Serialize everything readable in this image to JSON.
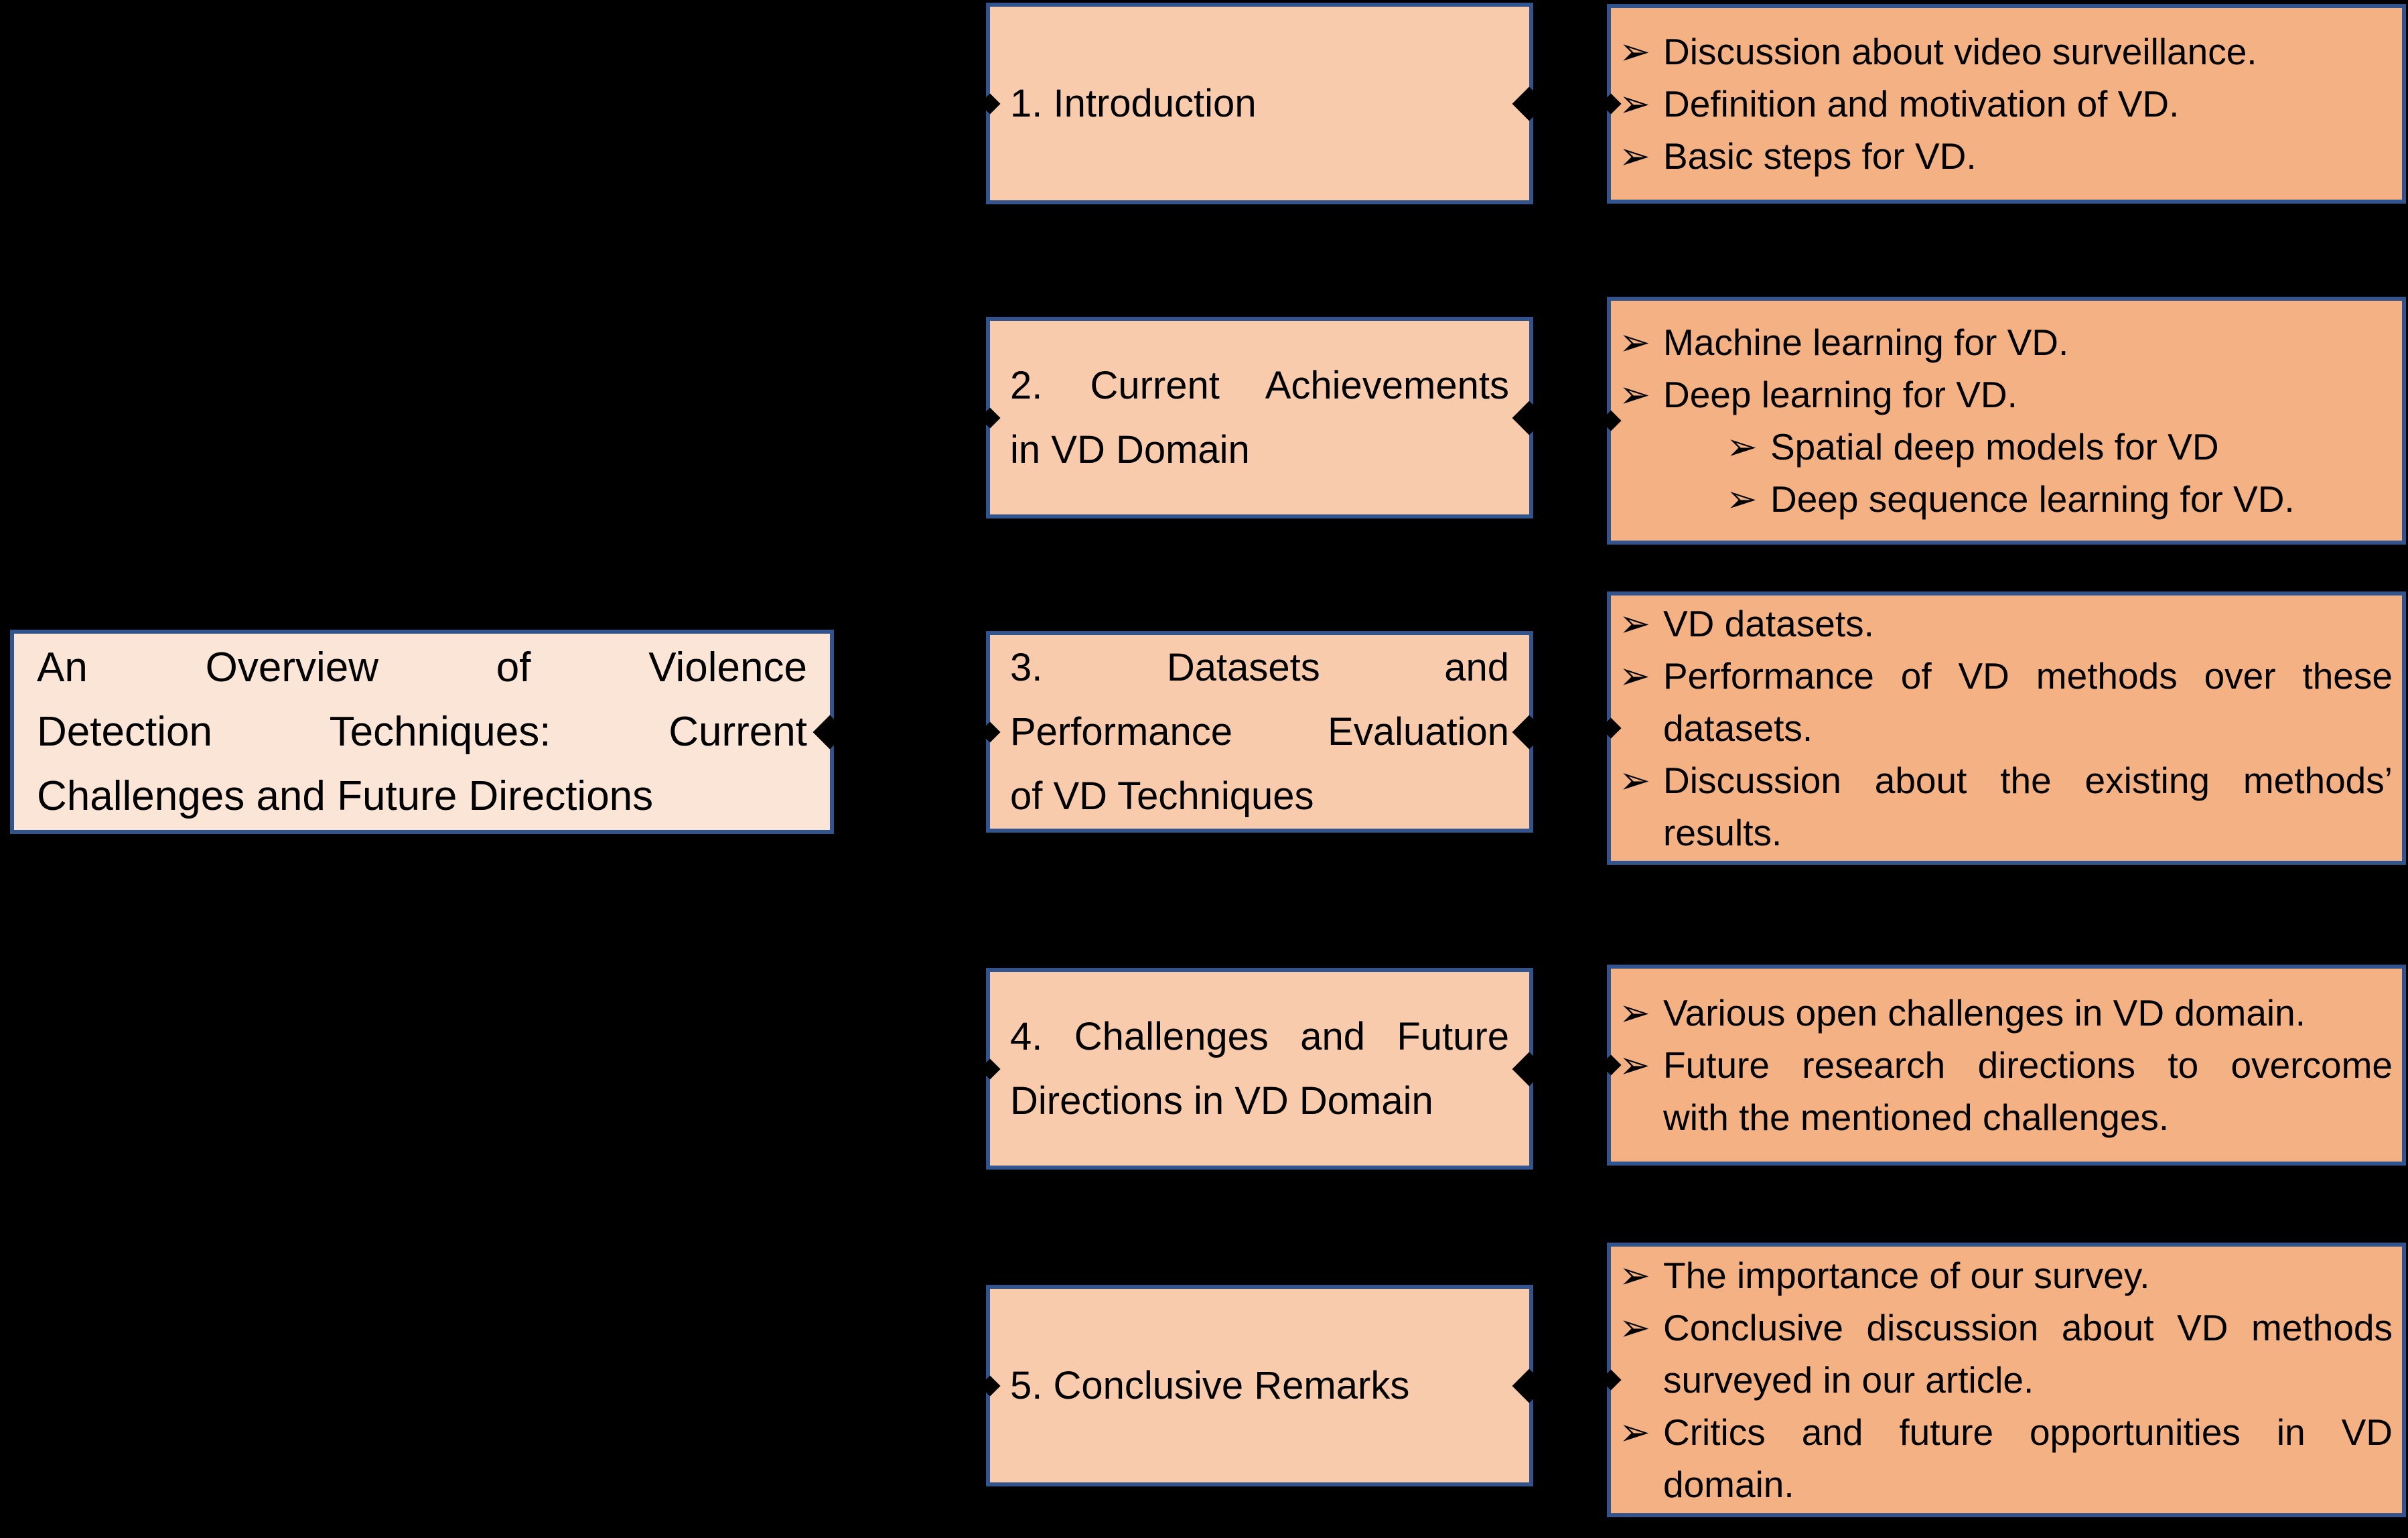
{
  "colors": {
    "background": "#000000",
    "box_border": "#31548F",
    "title_fill": "#FBE5D6",
    "section_fill": "#F8CBAD",
    "details_fill": "#F4B183",
    "text": "#000000",
    "connector": "#000000"
  },
  "bullet_glyph": "➢",
  "title_box": {
    "full_text": "An Overview of Violence Detection Techniques: Current Challenges and Future Directions",
    "lines": [
      "An Overview of Violence",
      "Detection Techniques: Current",
      "Challenges and Future Directions"
    ]
  },
  "sections": [
    {
      "label": "1. Introduction",
      "label_lines": [
        "1. Introduction"
      ],
      "bullets": [
        {
          "level": 1,
          "lines": [
            "Discussion about video surveillance."
          ]
        },
        {
          "level": 1,
          "lines": [
            "Definition and motivation of VD."
          ]
        },
        {
          "level": 1,
          "lines": [
            "Basic steps for VD."
          ]
        }
      ]
    },
    {
      "label": "2. Current Achievements in VD Domain",
      "label_lines": [
        "2. Current Achievements",
        "in VD Domain"
      ],
      "bullets": [
        {
          "level": 1,
          "lines": [
            "Machine learning for VD."
          ]
        },
        {
          "level": 1,
          "lines": [
            "Deep learning for VD."
          ]
        },
        {
          "level": 2,
          "lines": [
            "Spatial deep models for VD"
          ]
        },
        {
          "level": 2,
          "lines": [
            "Deep sequence learning for VD."
          ]
        }
      ]
    },
    {
      "label": "3. Datasets and Performance Evaluation of VD Techniques",
      "label_lines": [
        "3. Datasets and",
        "Performance Evaluation",
        "of VD Techniques"
      ],
      "bullets": [
        {
          "level": 1,
          "lines": [
            "VD datasets."
          ]
        },
        {
          "level": 1,
          "lines": [
            "Performance of VD methods over these",
            "datasets."
          ]
        },
        {
          "level": 1,
          "lines": [
            "Discussion about the existing methods’",
            "results."
          ]
        }
      ]
    },
    {
      "label": "4. Challenges and Future Directions in VD Domain",
      "label_lines": [
        "4. Challenges and Future",
        "Directions in VD Domain"
      ],
      "bullets": [
        {
          "level": 1,
          "lines": [
            "Various open challenges in VD domain."
          ]
        },
        {
          "level": 1,
          "lines": [
            "Future research directions to overcome",
            "with the mentioned challenges."
          ]
        }
      ]
    },
    {
      "label": "5. Conclusive Remarks",
      "label_lines": [
        "5. Conclusive Remarks"
      ],
      "bullets": [
        {
          "level": 1,
          "lines": [
            "The importance of our survey."
          ]
        },
        {
          "level": 1,
          "lines": [
            "Conclusive discussion about VD methods",
            "surveyed in our article."
          ]
        },
        {
          "level": 1,
          "lines": [
            "Critics and future opportunities in VD",
            "domain."
          ]
        }
      ]
    }
  ]
}
